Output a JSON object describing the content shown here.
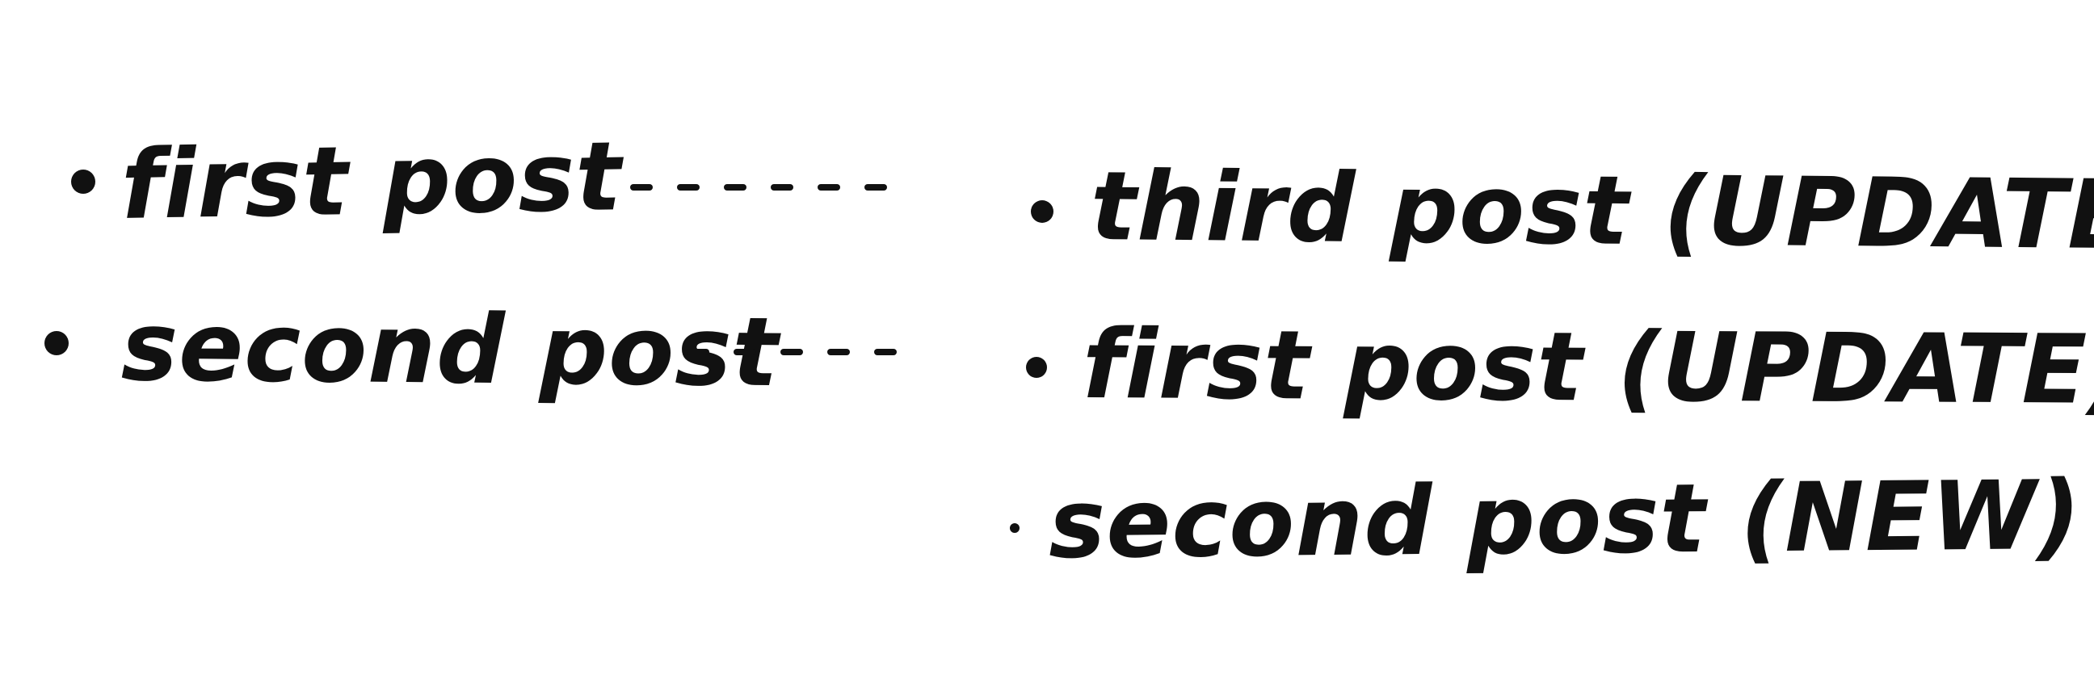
{
  "left_column": {
    "items": [
      {
        "label": "first post"
      },
      {
        "label": "second post"
      }
    ]
  },
  "right_column": {
    "items": [
      {
        "label": "third post (UPDATE)"
      },
      {
        "label": "first post (UPDATE)"
      },
      {
        "label": "second post (NEW)"
      }
    ]
  }
}
